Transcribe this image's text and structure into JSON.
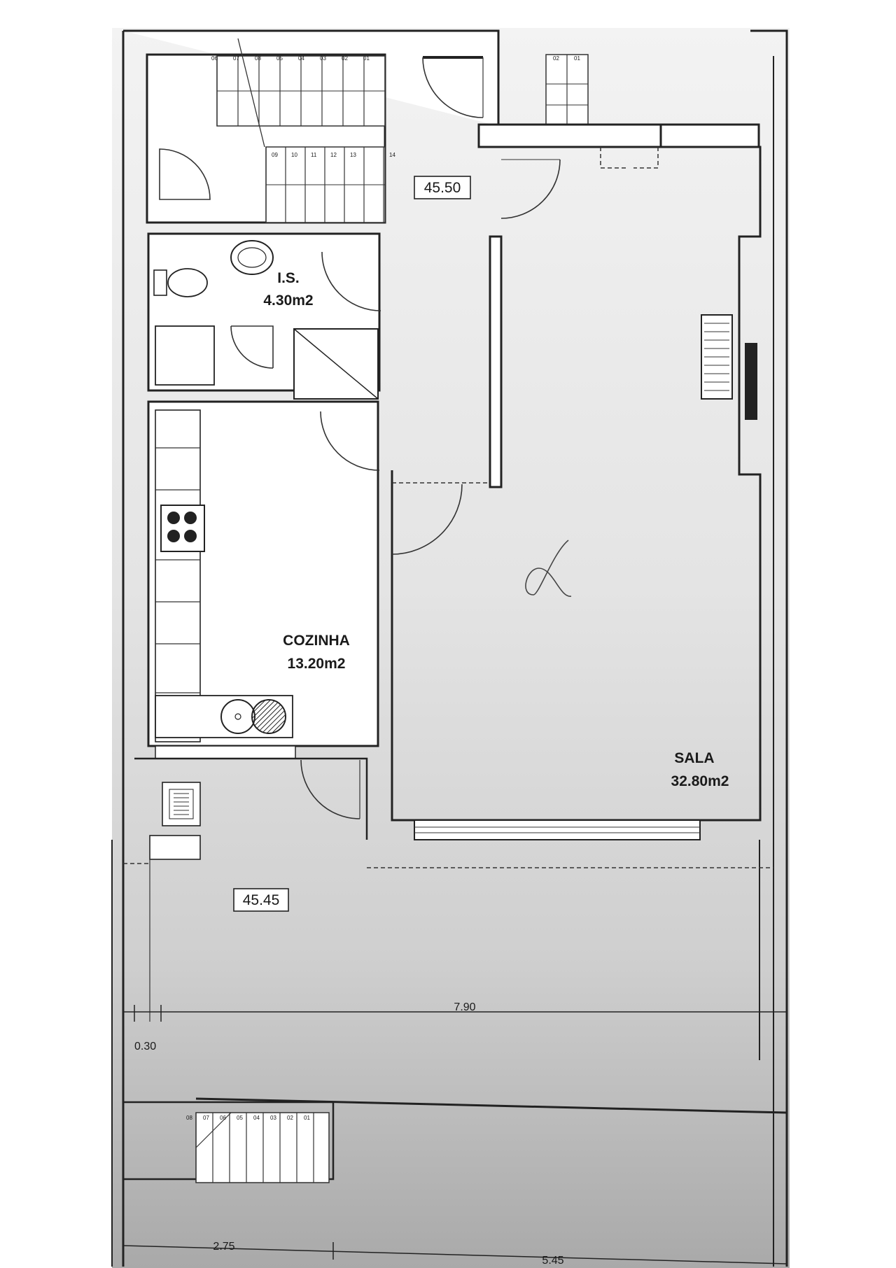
{
  "rooms": {
    "is": {
      "name": "I.S.",
      "area": "4.30m2"
    },
    "cozinha": {
      "name": "COZINHA",
      "area": "13.20m2"
    },
    "sala": {
      "name": "SALA",
      "area": "32.80m2"
    }
  },
  "levels": {
    "upper": "45.50",
    "lower": "45.45"
  },
  "dimensions": {
    "width_total": "7.90",
    "offset": "0.30",
    "bottom_left": "2.75",
    "bottom_right": "5.45"
  },
  "stairs": {
    "upper_row": [
      "06",
      "07",
      "08",
      "05",
      "04",
      "03",
      "02",
      "01"
    ],
    "lower_row": [
      "09",
      "10",
      "11",
      "12",
      "13",
      "14"
    ],
    "right_row": [
      "02",
      "01"
    ],
    "bottom_row": [
      "08",
      "07",
      "06",
      "05",
      "04",
      "03",
      "02",
      "01"
    ]
  },
  "annotation": {
    "mark": "handwritten-tick"
  }
}
